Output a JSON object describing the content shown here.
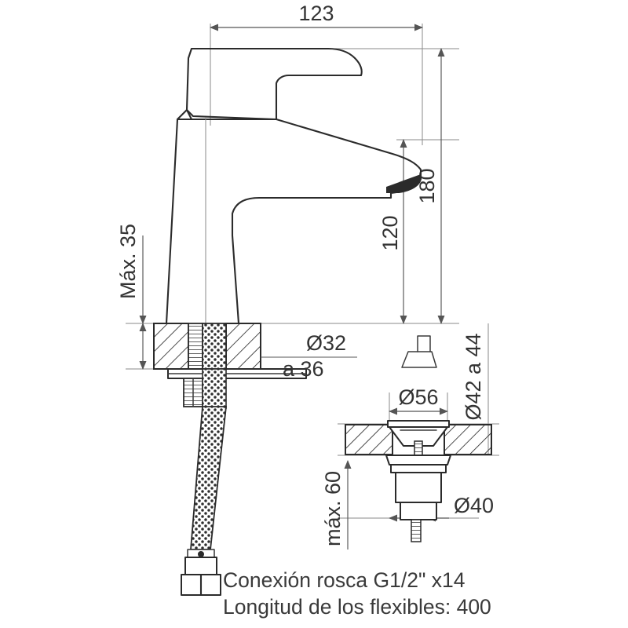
{
  "document": {
    "type": "technical-drawing",
    "subject": "single-lever basin mixer tap with pop-up waste",
    "language": "es",
    "background_color": "#ffffff",
    "line_color": "#2b2b2b",
    "dimension_color": "#555555"
  },
  "dimensions": {
    "spout_reach": {
      "label": "123",
      "orientation": "horizontal",
      "position": "top"
    },
    "total_height": {
      "label": "180",
      "orientation": "vertical",
      "position": "right-outer"
    },
    "spout_height": {
      "label": "120",
      "orientation": "vertical",
      "position": "right-inner"
    },
    "counter_thickness": {
      "label": "Máx. 35",
      "orientation": "vertical",
      "position": "left"
    },
    "mounting_hole": {
      "line1": "Ø32",
      "line2": "a 36",
      "orientation": "horizontal-leader",
      "position": "center-right"
    },
    "waste_flange": {
      "label": "Ø56",
      "orientation": "horizontal",
      "position": "drain-top"
    },
    "basin_hole": {
      "label": "Ø42 a 44",
      "orientation": "vertical",
      "position": "drain-right"
    },
    "waste_depth": {
      "label": "máx. 60",
      "orientation": "vertical",
      "position": "drain-left"
    },
    "waste_body": {
      "label": "Ø40",
      "orientation": "horizontal",
      "position": "drain-bottom"
    }
  },
  "notes": {
    "line1": "Conexión rosca G1/2\" x14",
    "line2": "Longitud de los flexibles: 400"
  },
  "parts": {
    "faucet_body": "faucet-body-outline",
    "lever_handle": "lever-handle",
    "spout": "spout-outline",
    "counter_section": "counter-cross-section",
    "threaded_shank": "threaded-shank",
    "flexible_hose": "braided-flexible-hose",
    "hose_nut": "hose-hex-nut",
    "drain_plug": "pop-up-drain-plug",
    "basin_section": "basin-cross-section",
    "waste_body": "waste-body"
  }
}
